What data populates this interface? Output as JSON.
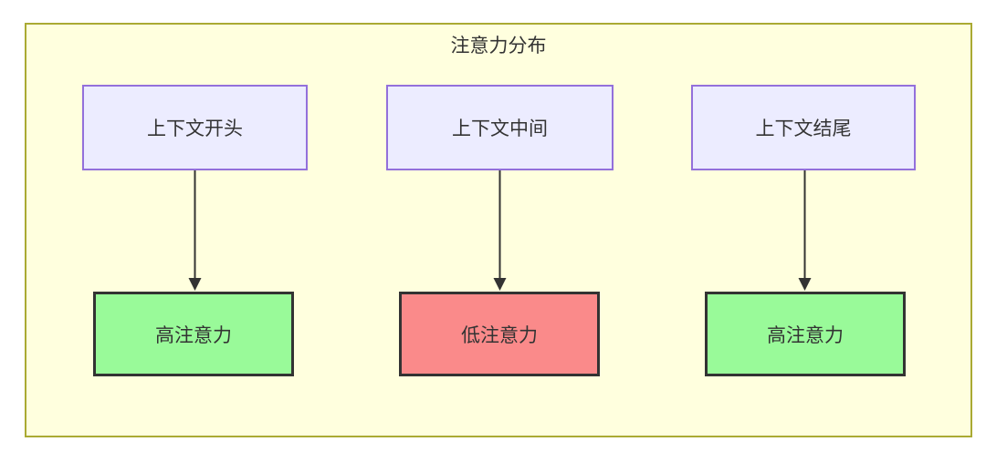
{
  "diagram": {
    "title": "注意力分布",
    "columns": [
      {
        "source": "上下文开头",
        "target": "高注意力",
        "attention_level": "high"
      },
      {
        "source": "上下文中间",
        "target": "低注意力",
        "attention_level": "low"
      },
      {
        "source": "上下文结尾",
        "target": "高注意力",
        "attention_level": "high"
      }
    ],
    "colors": {
      "container_background": "#FFFFDE",
      "container_border": "#AAAA33",
      "source_node_background": "#ECECFF",
      "source_node_border": "#9370DB",
      "high_attention_background": "#99FA99",
      "low_attention_background": "#FA8A8A",
      "target_node_border": "#333333",
      "arrow": "#333333",
      "text": "#333333"
    }
  }
}
